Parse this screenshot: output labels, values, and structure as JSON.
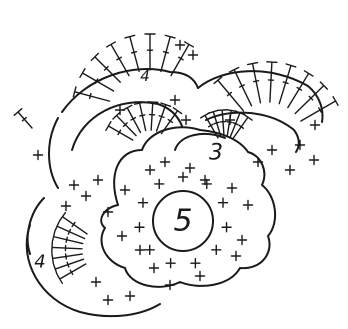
{
  "round_labels": {
    "center": "5",
    "second": "3",
    "top": "4",
    "left": "4"
  },
  "symbols": {
    "single_crochet": "+",
    "double_crochet": "T"
  }
}
